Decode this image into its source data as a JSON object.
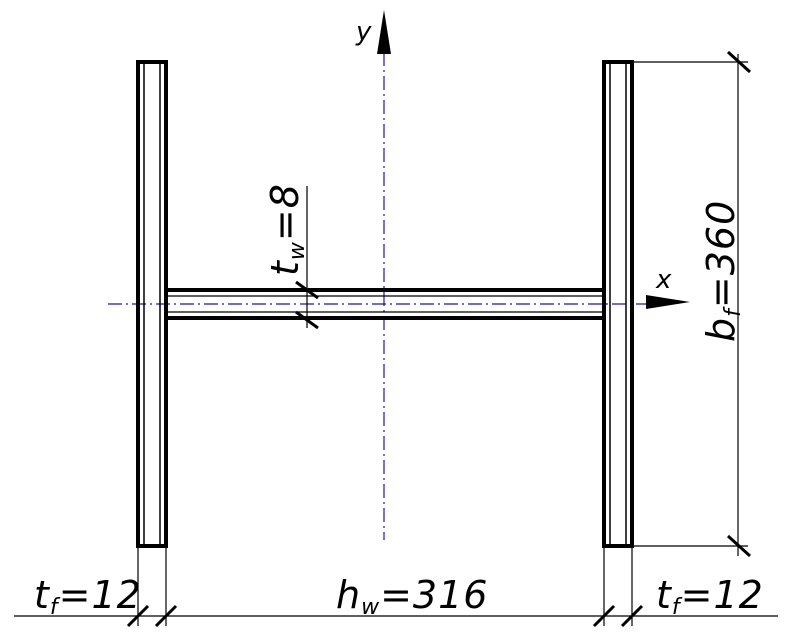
{
  "colors": {
    "outline": "#000000",
    "axis": "#1a1a9c",
    "background": "#ffffff"
  },
  "axes": {
    "y_label": "y",
    "x_label": "x"
  },
  "dimensions": {
    "web_thickness": {
      "symbol": "t",
      "subscript": "w",
      "value": "=8"
    },
    "flange_width": {
      "symbol": "b",
      "subscript": "f",
      "value": "=360"
    },
    "flange_thickness_left": {
      "symbol": "t",
      "subscript": "f",
      "value": "=12"
    },
    "web_height": {
      "symbol": "h",
      "subscript": "w",
      "value": "=316"
    },
    "flange_thickness_right": {
      "symbol": "t",
      "subscript": "f",
      "value": "=12"
    }
  }
}
